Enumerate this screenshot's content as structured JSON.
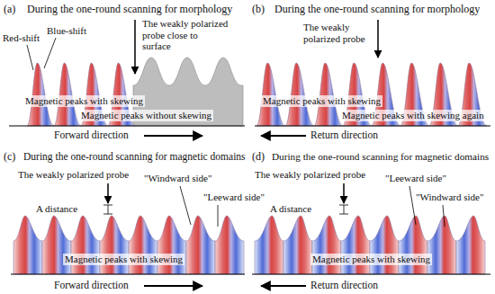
{
  "diagram": {
    "labels": [
      "(a)",
      "During the one-round scanning for morphology",
      "Red-shift",
      "Blue-shift",
      "The weakly polarized probe close to surface",
      "Magnetic peaks with skewing",
      "Magnetic peaks without skewing",
      "Forward direction",
      "(b)",
      "During the one-round scanning for morphology",
      "The weakly polarized probe",
      "Magnetic peaks with skewing",
      "Magnetic peaks with skewing again",
      "Return direction",
      "(c)",
      "During the one-round scanning for magnetic domains",
      "The weakly polarized probe",
      "A distance",
      "\"Windward side\"",
      "\"Leeward side\"",
      "Magnetic peaks with skewing",
      "Forward direction",
      "(d)",
      "During the one-round scanning for magnetic domains",
      "The weakly polarized probe",
      "A distance",
      "\"Leeward side\"",
      "\"Windward side\"",
      "Magnetic peaks with skewing",
      "Return direction"
    ]
  }
}
